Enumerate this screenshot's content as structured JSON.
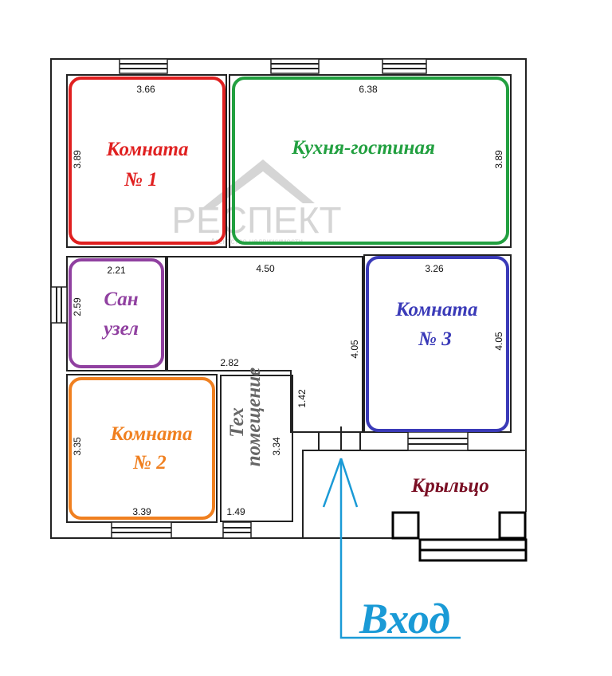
{
  "watermark": {
    "brand": "РЕСПЕКТ",
    "tagline": "Агентство недвижимости"
  },
  "rooms": {
    "room1": {
      "line1": "Комната",
      "line2": "№ 1",
      "color": "#e02020"
    },
    "kitchen": {
      "line1": "Кухня-гостиная",
      "color": "#22a040"
    },
    "bathroom": {
      "line1": "Сан",
      "line2": "узел",
      "color": "#9040a0"
    },
    "room3": {
      "line1": "Комната",
      "line2": "№ 3",
      "color": "#3a3ab8"
    },
    "room2": {
      "line1": "Комната",
      "line2": "№ 2",
      "color": "#f08020"
    },
    "tech": {
      "line1": "Тех",
      "line2": "помещение",
      "color": "#666666"
    },
    "porch": {
      "line1": "Крыльцо",
      "color": "#7a0f24"
    }
  },
  "dimensions": {
    "room1_w": "3.66",
    "room1_h": "3.89",
    "kitchen_w": "6.38",
    "kitchen_h": "3.89",
    "bath_w": "2.21",
    "bath_h": "2.59",
    "hall_w": "4.50",
    "hall_h": "4.05",
    "hall_w2": "2.82",
    "hall_h2": "1.42",
    "room3_w": "3.26",
    "room3_h": "4.05",
    "room2_w": "3.39",
    "room2_h": "3.35",
    "tech_w": "1.49",
    "tech_h": "3.34"
  },
  "entrance": {
    "label": "Вход",
    "color": "#1a9ad6"
  }
}
